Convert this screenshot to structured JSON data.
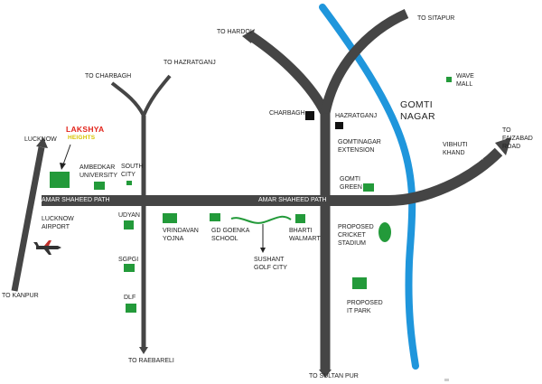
{
  "colors": {
    "road": "#454545",
    "road_label": "#ffffff",
    "river": "#1f96dc",
    "landmark": "#239a3a",
    "building": "#111111",
    "golf": "#239a3a",
    "text": "#222222",
    "brand_red": "#e2231a",
    "brand_yellow": "#d8c400"
  },
  "brand": {
    "line1": "LAKSHYA",
    "line2": "HEIGHTS"
  },
  "areas": {
    "gomti_nagar": "GOMTI\nNAGAR"
  },
  "roads": {
    "amar_shaheed_west": "AMAR SHAHEED PATH",
    "amar_shaheed_mid": "AMAR SHAHEED PATH",
    "amar_shaheed_east": "AMAR SHAHEED PATH"
  },
  "destinations": {
    "lucknow": "LUCKNOW",
    "kanpur": "TO KANPUR",
    "charbagh": "TO CHARBAGH",
    "hazratganj": "TO HAZRATGANJ",
    "hardoi": "TO HARDOI",
    "sitapur": "TO SITAPUR",
    "faizabad": "TO FAIZABAD\nROAD",
    "raebareli": "TO RAEBARELI",
    "sultanpur": "TO SULTAN PUR"
  },
  "places": {
    "ambedkar": "AMBEDKAR\nUNIVERSITY",
    "south_city": "SOUTH\nCITY",
    "airport": "LUCKNOW\nAIRPORT",
    "udyan": "UDYAN",
    "vrindavan": "VRINDAVAN\nYOJNA",
    "gd_goenka": "GD GOENKA\nSCHOOL",
    "sushant": "SUSHANT\nGOLF CITY",
    "bharti": "BHARTI\nWALMART",
    "sgpgi": "SGPGI",
    "dlf": "DLF",
    "charbagh": "CHARBAGH",
    "hazratganj": "HAZRATGANJ",
    "gomtinagar_ext": "GOMTINAGAR\nEXTENSION",
    "gomti_green": "GOMTI\nGREEN",
    "cricket": "PROPOSED\nCRICKET\nSTADIUM",
    "it_park": "PROPOSED\nIT PARK",
    "vibhuti": "VIBHUTI\nKHAND",
    "wave_mall": "WAVE\nMALL"
  }
}
